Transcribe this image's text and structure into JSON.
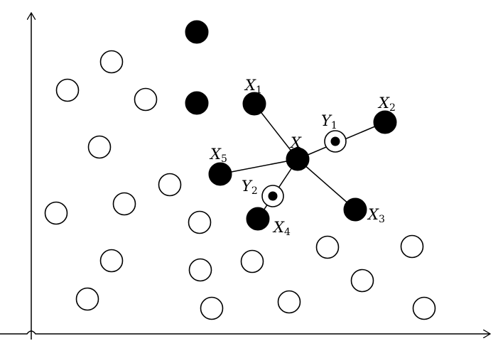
{
  "diagram": {
    "labels": {
      "x": {
        "main": "X",
        "sub": ""
      },
      "x1": {
        "main": "X",
        "sub": "1"
      },
      "x2": {
        "main": "X",
        "sub": "2"
      },
      "x3": {
        "main": "X",
        "sub": "3"
      },
      "x4": {
        "main": "X",
        "sub": "4"
      },
      "x5": {
        "main": "X",
        "sub": "5"
      },
      "y1": {
        "main": "Y",
        "sub": "1"
      },
      "y2": {
        "main": "Y",
        "sub": "2"
      }
    },
    "colors": {
      "stroke": "#000000",
      "filled": "#000000",
      "hollow_fill": "#ffffff"
    }
  }
}
